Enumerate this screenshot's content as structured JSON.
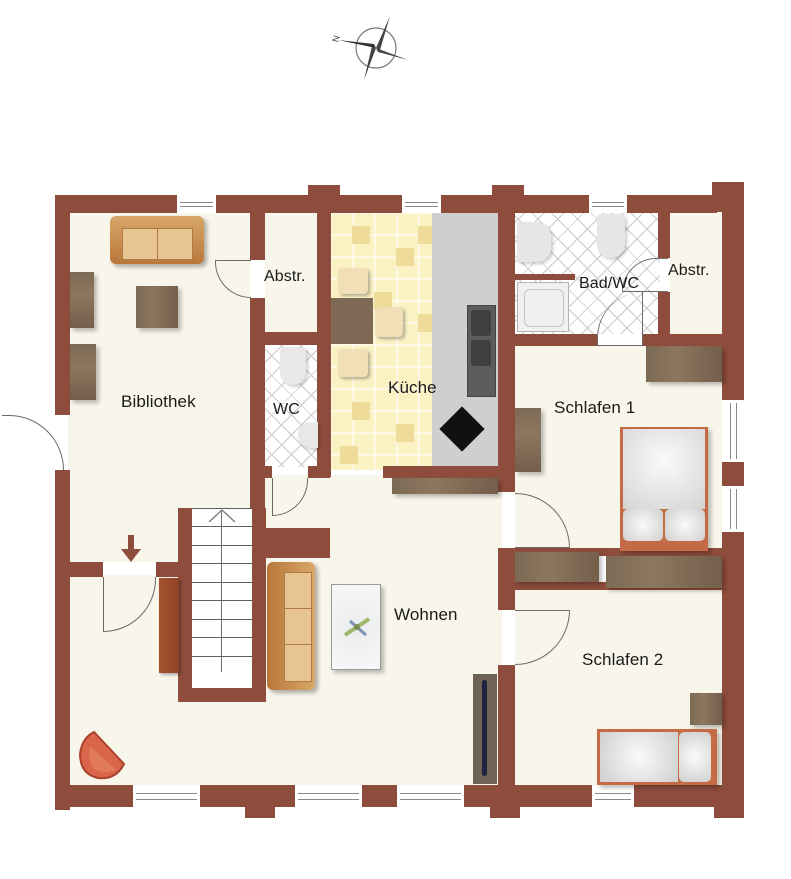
{
  "plan": {
    "type": "floor-plan",
    "language": "de",
    "compass": {
      "icon": "compass-rose-icon",
      "north_label": "N"
    },
    "rooms": [
      {
        "id": "bibliothek",
        "label": "Bibliothek"
      },
      {
        "id": "abstr1",
        "label": "Abstr."
      },
      {
        "id": "kueche",
        "label": "Küche"
      },
      {
        "id": "wc",
        "label": "WC"
      },
      {
        "id": "bad",
        "label": "Bad/WC"
      },
      {
        "id": "abstr2",
        "label": "Abstr."
      },
      {
        "id": "schlafen1",
        "label": "Schlafen 1"
      },
      {
        "id": "wohnen",
        "label": "Wohnen"
      },
      {
        "id": "schlafen2",
        "label": "Schlafen 2"
      }
    ],
    "colors": {
      "wall": "#8e4d3c",
      "floor": "#f8f6ea",
      "kitchen_tile": "#fbf2c4",
      "kitchen_counter": "#cfcfcf",
      "wood_furniture": "#7d6a54",
      "sofa": "#c58a4a",
      "armchair": "#d9654a"
    },
    "furniture": [
      "sofa-bibliothek",
      "table-bibliothek",
      "shelf-bibliothek-1",
      "shelf-bibliothek-2",
      "dining-table",
      "chair-1",
      "chair-2",
      "chair-3",
      "double-sink",
      "cooktop",
      "toilet-wc",
      "sink-wc",
      "sink-bad",
      "toilet-bad",
      "shower-tray",
      "double-bed",
      "wardrobe-1",
      "desk-schlafen1",
      "single-bed",
      "nightstand",
      "sofa-wohnen",
      "coffee-table",
      "tv-unit",
      "armchair",
      "shoe-rack",
      "staircase"
    ]
  }
}
